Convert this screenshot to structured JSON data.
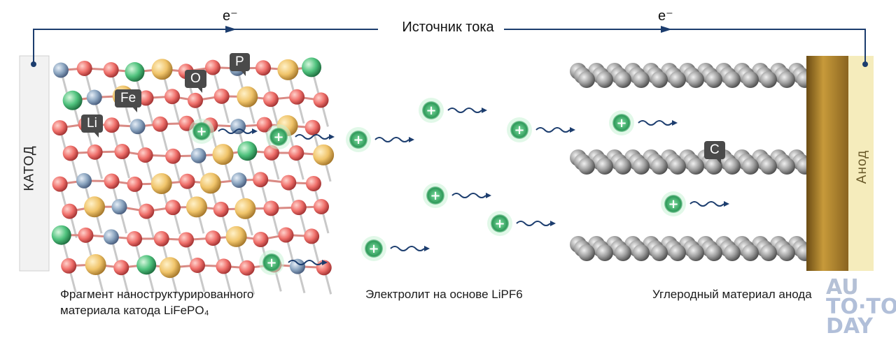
{
  "title": "Источник тока",
  "electron_label": "e⁻",
  "electrodes": {
    "cathode": "КАТОД",
    "anode": "Анод"
  },
  "atom_labels": {
    "fe": "Fe",
    "o": "O",
    "p": "P",
    "li": "Li",
    "c": "C"
  },
  "captions": {
    "cathode_line1": "Фрагмент наноструктурированного",
    "cathode_line2": "материала катода LiFePO₄",
    "electrolyte": "Электролит на основе LiPF6",
    "anode": "Углеродный материал анода"
  },
  "ion_symbol": "+",
  "watermark": {
    "line1": "AU",
    "line2": "TO·TO",
    "line3": "DAY"
  },
  "colors": {
    "lithium": "#4fc27d",
    "iron": "#f0c46a",
    "oxygen": "#ef6f6a",
    "phosphorus": "#8aa4bf",
    "carbon": "#8e8e8e",
    "anode_collector": "#b58a2c",
    "anode_face": "#f5ecbc",
    "wire": "#1c3d6e"
  }
}
